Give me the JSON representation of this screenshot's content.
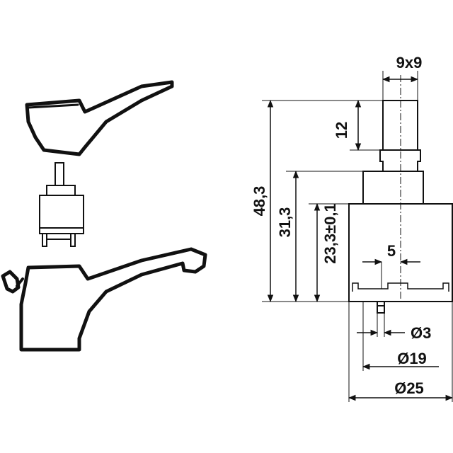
{
  "dimensions": {
    "stem_square": "9x9",
    "stem_height": "12",
    "total_height": "48,3",
    "body_height": "31,3",
    "lower_body_height": "23,3±0,1",
    "pin_spacing": "5",
    "pin_diameter": "Ø3",
    "body_diameter": "Ø19",
    "outer_diameter": "Ø25"
  }
}
